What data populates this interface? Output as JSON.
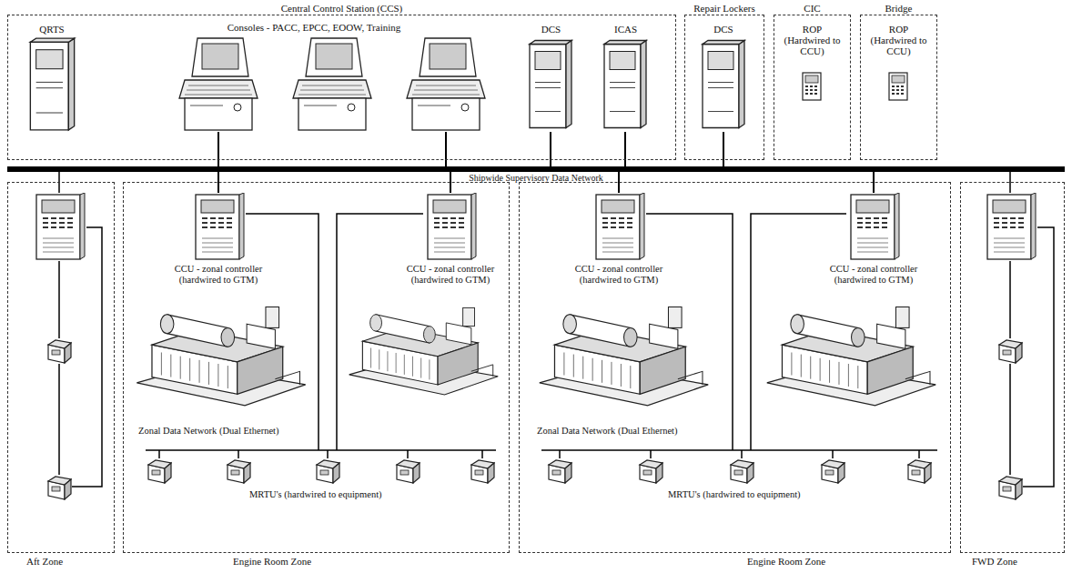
{
  "diagram": {
    "nodes": [
      {
        "text": [
          "Central Control Station (CCS)"
        ]
      },
      {
        "text": [
          "QRTS"
        ],
        "in": 0
      },
      {
        "text": [
          "Consoles - PACC, EPCC, EOOW, Training"
        ],
        "in": 0
      },
      {
        "text": [
          "DCS"
        ],
        "in": 0
      },
      {
        "text": [
          "ICAS"
        ],
        "in": 0
      },
      {
        "text": [
          "Repair Lockers"
        ]
      },
      {
        "text": [
          "DCS"
        ],
        "in": 5
      },
      {
        "text": [
          "CIC"
        ]
      },
      {
        "text": [
          "ROP (Hardwired to CCU)"
        ],
        "in": 7
      },
      {
        "text": [
          "Bridge"
        ]
      },
      {
        "text": [
          "ROP (Hardwired to CCU)"
        ],
        "in": 9
      },
      {
        "text": [
          "Shipwide Supervisory Data Network"
        ]
      },
      {
        "text": [
          "Aft Zone"
        ]
      },
      {
        "text": [
          "Engine Room Zone"
        ]
      },
      {
        "text": [
          "CCU - zonal controller (hardwired to GTM)"
        ],
        "in": 13
      },
      {
        "text": [
          "CCU - zonal controller (hardwired to GTM)"
        ],
        "in": 13
      },
      {
        "text": [
          "Engine Room Zone"
        ]
      },
      {
        "text": [
          "CCU - zonal controller (hardwired to GTM)"
        ],
        "in": 16
      },
      {
        "text": [
          "CCU - zonal controller (hardwired to GTM)"
        ],
        "in": 16
      },
      {
        "text": [
          "FWD Zone"
        ]
      }
    ],
    "edges": [
      {
        "from": 2,
        "to": 11,
        "arrow": "none"
      },
      {
        "from": 3,
        "to": 11,
        "arrow": "none"
      },
      {
        "from": 4,
        "to": 11,
        "arrow": "none"
      },
      {
        "from": 6,
        "to": 11,
        "arrow": "none"
      },
      {
        "from": 14,
        "to": 11,
        "arrow": "none"
      },
      {
        "from": 15,
        "to": 11,
        "arrow": "none"
      },
      {
        "from": 17,
        "to": 11,
        "arrow": "none"
      },
      {
        "from": 18,
        "to": 11,
        "arrow": "none"
      }
    ],
    "labels": [
      "Zonal Data Network (Dual Ethernet)",
      "MRTU's (hardwired to equipment)",
      "Zonal Data Network (Dual Ethernet)",
      "MRTU's (hardwired to equipment)"
    ]
  }
}
